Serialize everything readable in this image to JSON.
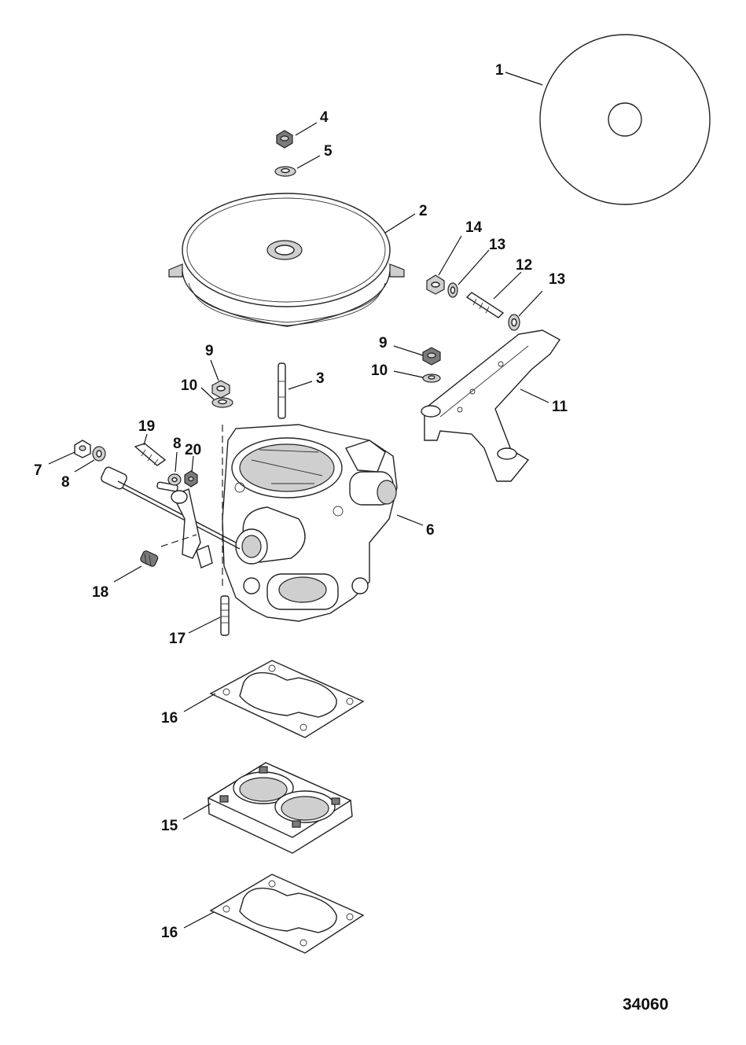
{
  "figure_id": "34060",
  "callouts": [
    {
      "key": "c1",
      "text": "1"
    },
    {
      "key": "c2",
      "text": "2"
    },
    {
      "key": "c3",
      "text": "3"
    },
    {
      "key": "c4",
      "text": "4"
    },
    {
      "key": "c5",
      "text": "5"
    },
    {
      "key": "c6",
      "text": "6"
    },
    {
      "key": "c7",
      "text": "7"
    },
    {
      "key": "c8a",
      "text": "8"
    },
    {
      "key": "c8b",
      "text": "8"
    },
    {
      "key": "c9a",
      "text": "9"
    },
    {
      "key": "c9b",
      "text": "9"
    },
    {
      "key": "c10a",
      "text": "10"
    },
    {
      "key": "c10b",
      "text": "10"
    },
    {
      "key": "c11",
      "text": "11"
    },
    {
      "key": "c12",
      "text": "12"
    },
    {
      "key": "c13a",
      "text": "13"
    },
    {
      "key": "c13b",
      "text": "13"
    },
    {
      "key": "c14",
      "text": "14"
    },
    {
      "key": "c15",
      "text": "15"
    },
    {
      "key": "c16a",
      "text": "16"
    },
    {
      "key": "c16b",
      "text": "16"
    },
    {
      "key": "c17",
      "text": "17"
    },
    {
      "key": "c18",
      "text": "18"
    },
    {
      "key": "c19",
      "text": "19"
    },
    {
      "key": "c20",
      "text": "20"
    }
  ]
}
